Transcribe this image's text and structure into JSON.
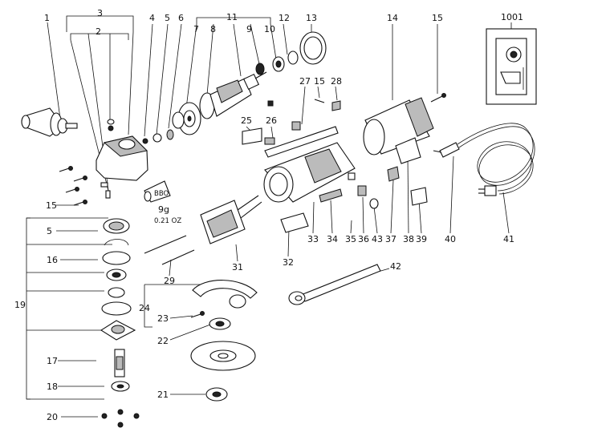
{
  "labels": {
    "p1": "1",
    "p2": "2",
    "p3": "3",
    "p4": "4",
    "p5": "5",
    "p6": "6",
    "p7": "7",
    "p8": "8",
    "p9": "9",
    "p10": "10",
    "p11": "11",
    "p12": "12",
    "p13": "13",
    "p14": "14",
    "p15a": "15",
    "p1001": "1001",
    "p27": "27",
    "p15b": "15",
    "p28": "28",
    "p25": "25",
    "p26": "26",
    "p15c": "15",
    "p5b": "5",
    "p16": "16",
    "p19": "19",
    "p17": "17",
    "p18": "18",
    "p20": "20",
    "p29": "29",
    "p31": "31",
    "p24": "24",
    "p23": "23",
    "p22": "22",
    "p21": "21",
    "p32": "32",
    "p33": "33",
    "p34": "34",
    "p35": "35",
    "p36": "36",
    "p43": "43",
    "p37": "37",
    "p38": "38",
    "p39": "39",
    "p40": "40",
    "p41": "41",
    "p42": "42"
  },
  "grease": {
    "weight": "9g",
    "weight_oz": "0.21 OZ",
    "tube_text": "BBO"
  }
}
